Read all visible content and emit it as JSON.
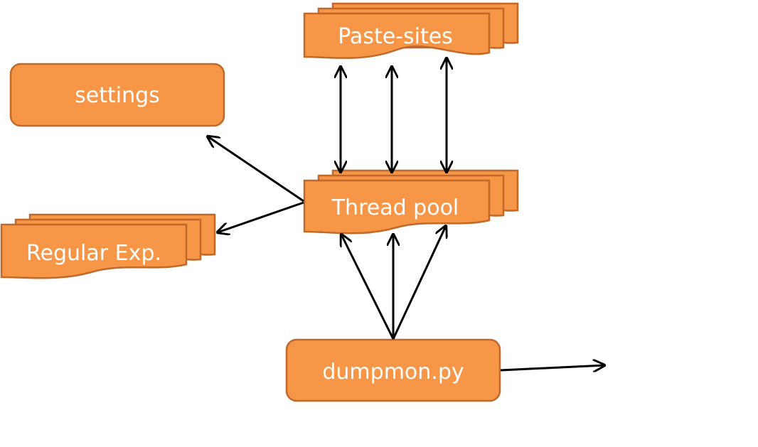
{
  "diagram": {
    "nodes": {
      "paste_sites": "Paste-sites",
      "settings": "settings",
      "thread_pool": "Thread pool",
      "regular_exp": "Regular Exp.",
      "dumpmon": "dumpmon.py"
    },
    "colors": {
      "node_fill": "#F79646",
      "node_border": "#C0692A",
      "text": "#FFFFFF",
      "arrow": "#000000"
    }
  }
}
